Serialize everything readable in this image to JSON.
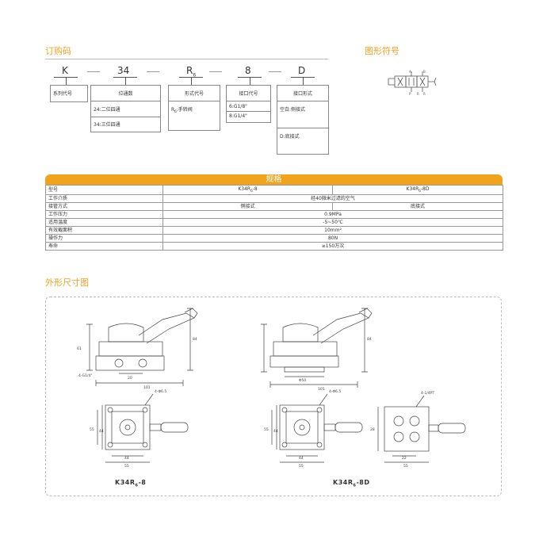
{
  "ordering": {
    "title": "订购码",
    "codes": [
      "K",
      "34",
      "R",
      "6",
      "8",
      "D"
    ],
    "boxes": {
      "series": "系列代号",
      "positions": [
        "位通数",
        "24:二位四通",
        "34:三位四通"
      ],
      "form": [
        "形式代号",
        "R",
        "6",
        ":手转阀"
      ],
      "port": [
        "接口代号",
        "6:G1/8\"",
        "8:G1/4\""
      ],
      "conn": [
        "接口形式",
        "空白:侧接式",
        "D:底接式"
      ]
    }
  },
  "symbol": {
    "title": "图形符号",
    "labels": [
      "A",
      "B",
      "P",
      "R",
      "R"
    ]
  },
  "spec": {
    "title": "规格",
    "rows": [
      {
        "label": "型号",
        "a": "K34R",
        "a_sub": "6",
        "a_tail": "-8",
        "b": "K34R",
        "b_sub": "6",
        "b_tail": "-8D"
      },
      {
        "label": "工作介质",
        "span": "经40微米过滤的空气"
      },
      {
        "label": "接管方式",
        "a": "侧接式",
        "b": "底接式"
      },
      {
        "label": "工作压力",
        "span": "0.9MPa"
      },
      {
        "label": "适用温度",
        "span": "-5~50℃"
      },
      {
        "label": "有效截面积",
        "span": "10mm²"
      },
      {
        "label": "操作力",
        "span": "80N"
      },
      {
        "label": "寿命",
        "span": "≥150万次"
      }
    ]
  },
  "dimensions": {
    "title": "外形尺寸图",
    "left": {
      "caption_main": "K34R",
      "caption_sub": "6",
      "caption_tail": "-8",
      "labels": [
        "61",
        "84",
        "4-G1/4\"",
        "20",
        "101",
        "4-Φ6.5",
        "55",
        "44",
        "44",
        "55"
      ]
    },
    "right": {
      "caption_main": "K34R",
      "caption_sub": "6",
      "caption_tail": "-8D",
      "labels": [
        "61",
        "84",
        "Φ50",
        "101",
        "4-Φ6.5",
        "55",
        "44",
        "44",
        "55",
        "4-1/4PT",
        "28",
        "22",
        "55"
      ]
    }
  }
}
